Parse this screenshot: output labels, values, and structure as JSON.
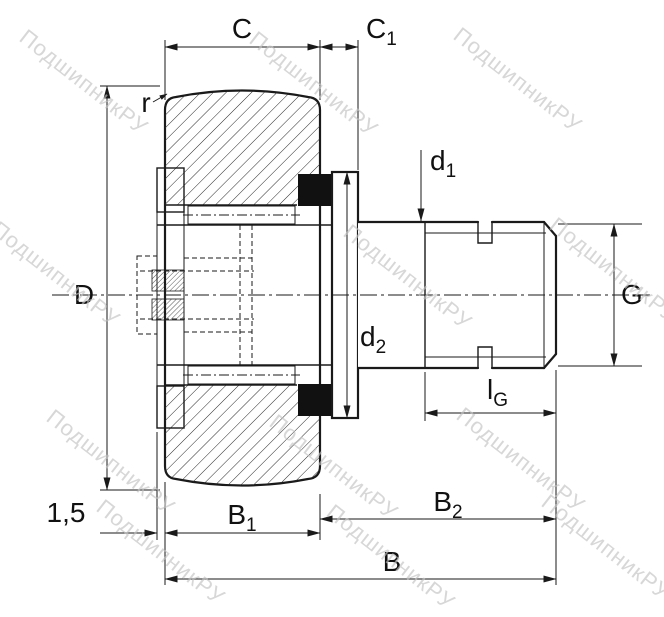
{
  "watermark": {
    "text": "ПодшипникРУ"
  },
  "dims": {
    "C": {
      "base": "C"
    },
    "C1": {
      "base": "C",
      "sub": "1"
    },
    "r": {
      "base": "r"
    },
    "D": {
      "base": "D"
    },
    "d1": {
      "base": "d",
      "sub": "1"
    },
    "d2": {
      "base": "d",
      "sub": "2"
    },
    "G": {
      "base": "G"
    },
    "lG": {
      "base": "l",
      "sub": "G"
    },
    "B1": {
      "base": "B",
      "sub": "1"
    },
    "B2": {
      "base": "B",
      "sub": "2"
    },
    "B": {
      "base": "B"
    },
    "offset": {
      "base": "1,5"
    }
  },
  "colors": {
    "line": "#1a1a1a",
    "watermark": "#c2c2c2"
  }
}
